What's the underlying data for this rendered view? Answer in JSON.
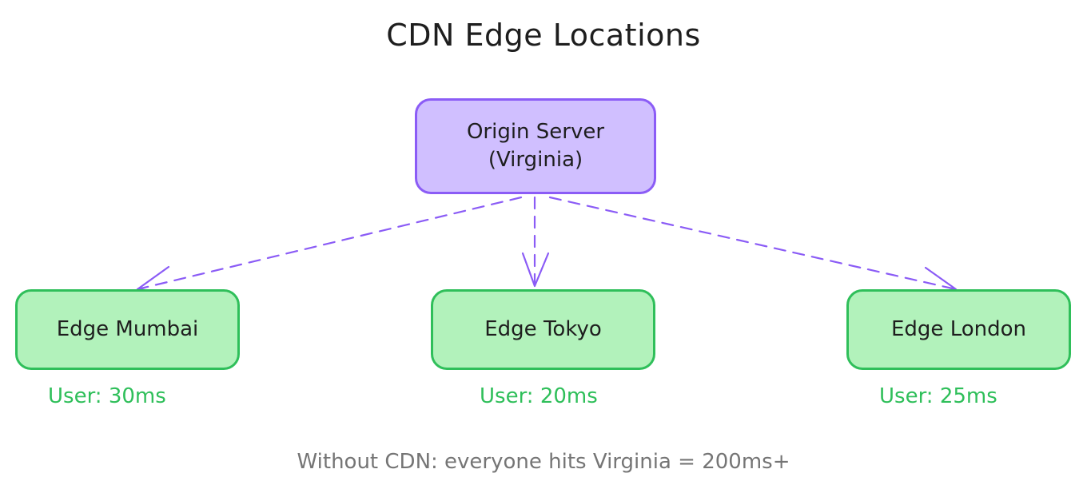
{
  "diagram": {
    "title": "CDN Edge Locations",
    "origin": {
      "line1": "Origin Server",
      "line2": "(Virginia)"
    },
    "edges": [
      {
        "label": "Edge Mumbai",
        "latency": "User: 30ms"
      },
      {
        "label": "Edge Tokyo",
        "latency": "User: 20ms"
      },
      {
        "label": "Edge London",
        "latency": "User: 25ms"
      }
    ],
    "footnote": "Without CDN: everyone hits Virginia = 200ms+"
  },
  "colors": {
    "origin_fill": "#d0bfff",
    "origin_stroke": "#8b5cf6",
    "edge_fill": "#b2f2bb",
    "edge_stroke": "#2fbf5a",
    "latency_text": "#2fbf5a",
    "footnote_text": "#757575",
    "arrow": "#8b5cf6"
  }
}
